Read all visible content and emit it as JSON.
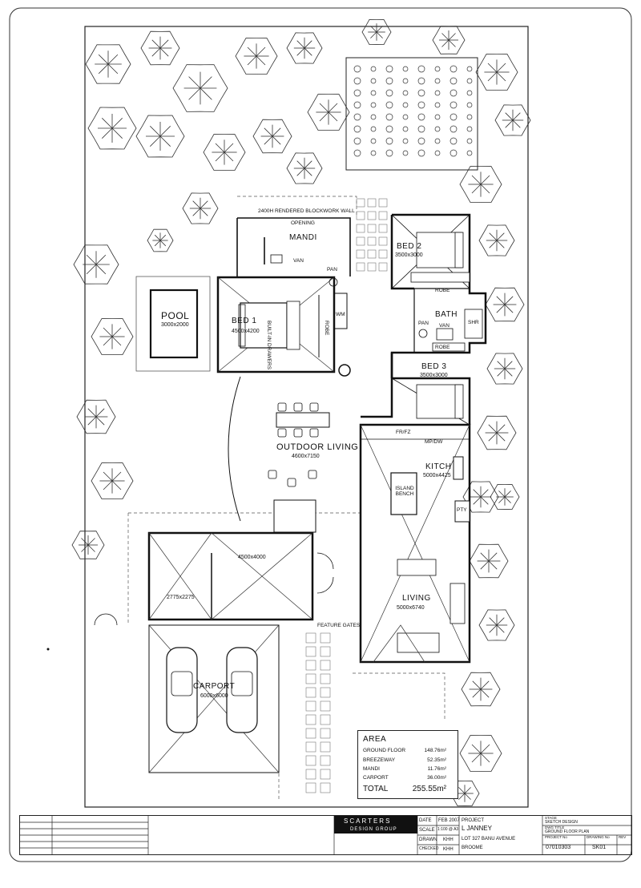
{
  "rooms": {
    "wall_note": "2400H RENDERED BLOCKWORK WALL",
    "opening": "OPENING",
    "mandi": "MANDI",
    "van": "VAN",
    "pan": "PAN",
    "pool": "POOL",
    "pool_dim": "3000x2000",
    "bed1": "BED 1",
    "bed1_dim": "4500x4200",
    "built_in_drawers": "BUILT-IN DRAWERS",
    "robe": "ROBE",
    "wm": "WM",
    "bed2": "BED 2",
    "bed2_dim": "3500x3000",
    "bath": "BATH",
    "shr": "SHR",
    "bed3": "BED 3",
    "bed3_dim": "3500x3000",
    "outdoor_living": "OUTDOOR LIVING",
    "outdoor_living_dim": "4600x7150",
    "fr_fz": "FR/FZ",
    "mp_dw": "MP/DW",
    "kitchen": "KITCH",
    "kitchen_dim": "5000x4425",
    "island_bench": "ISLAND BENCH",
    "pty": "PTY",
    "store_dim": "4500x4000",
    "shed_dim": "2775x2275",
    "living": "LIVING",
    "living_dim": "5000x6740",
    "feature_gates": "FEATURE GATES",
    "carport": "CARPORT",
    "carport_dim": "6000x6000"
  },
  "area": {
    "title": "AREA",
    "rows": [
      {
        "label": "GROUND FLOOR",
        "value": "148.76m²"
      },
      {
        "label": "BREEZEWAY",
        "value": "52.35m²"
      },
      {
        "label": "MANDI",
        "value": "11.76m²"
      },
      {
        "label": "CARPORT",
        "value": "36.00m²"
      }
    ],
    "total_label": "TOTAL",
    "total_value": "255.55m²"
  },
  "title_block": {
    "firm_line1": "SCARTERS",
    "firm_line2": "DESIGN GROUP",
    "date_label": "DATE",
    "date_value": "FEB 2007",
    "scale_label": "SCALE",
    "scale_value": "1:100 @ A3",
    "drawn_label": "DRAWN",
    "drawn_value": "KHH",
    "checked_label": "CHECKED",
    "checked_value": "KHH",
    "project_label": "PROJECT",
    "client": "L JANNEY",
    "address": "LOT 327 BANU AVENUE",
    "town": "BROOME",
    "stage_label": "STAGE",
    "stage_value": "SKETCH DESIGN",
    "dwg_title_label": "DWG TITLE",
    "dwg_title": "GROUND FLOOR PLAN",
    "project_no_label": "PROJECT No",
    "project_no": "07010303",
    "drawing_no_label": "DRAWING No",
    "drawing_no": "SK01",
    "rev_label": "REV"
  }
}
